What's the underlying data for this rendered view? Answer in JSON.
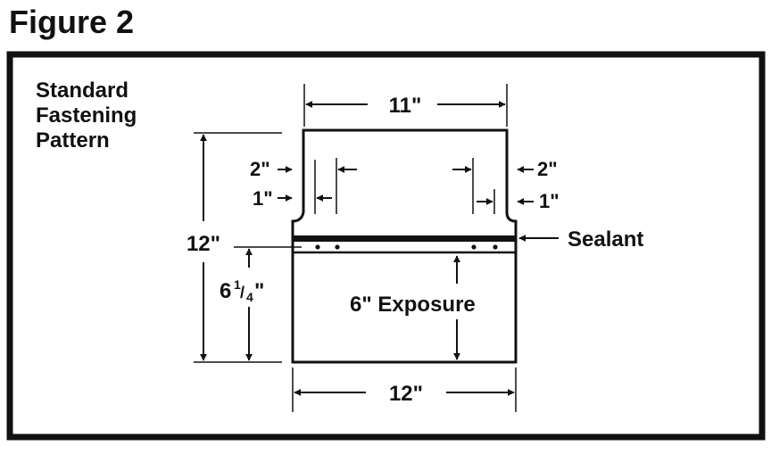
{
  "figure_title": "Figure 2",
  "diagram_title": [
    "Standard",
    "Fastening",
    "Pattern"
  ],
  "dimensions": {
    "top_width": "11\"",
    "bottom_width": "12\"",
    "total_height": "12\"",
    "lower_height_whole": "6",
    "lower_height_fraction_num": "1",
    "lower_height_fraction_den": "4",
    "inch_mark": "\"",
    "left_outer_offset": "2\"",
    "left_inner_offset": "1\"",
    "right_outer_offset": "2\"",
    "right_inner_offset": "1\""
  },
  "labels": {
    "sealant": "Sealant",
    "exposure": "6\" Exposure"
  },
  "colors": {
    "ink": "#111111",
    "background": "#ffffff"
  }
}
